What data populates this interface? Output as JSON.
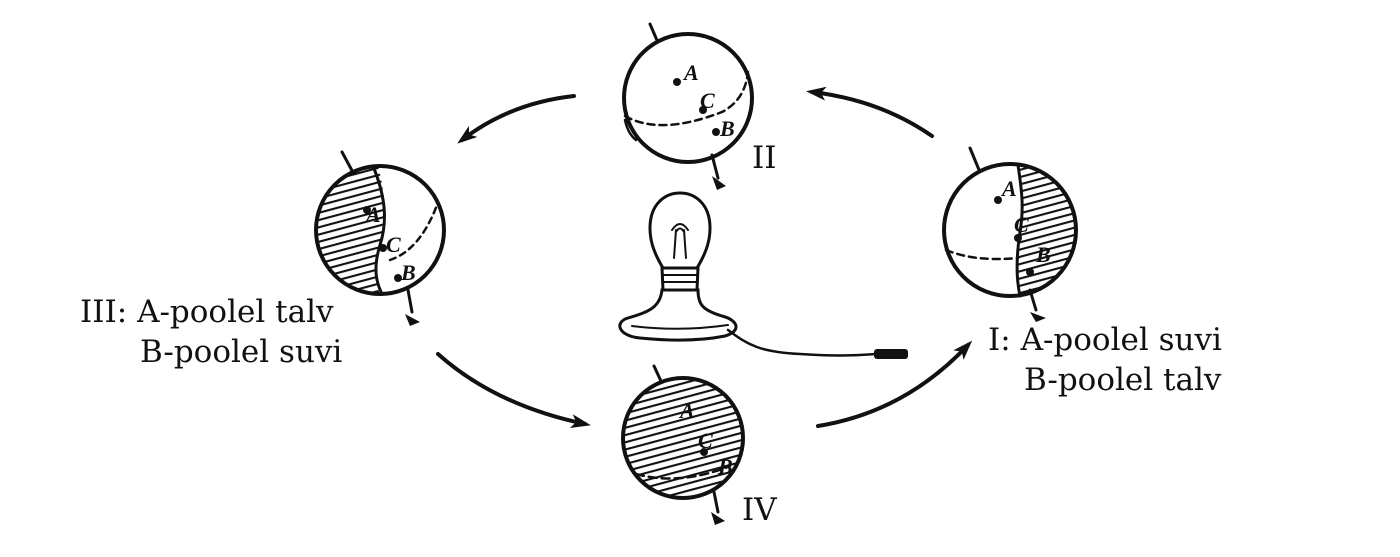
{
  "positions": {
    "I": {
      "numeral": "I",
      "line1": "A-poolel suvi",
      "line2": "B-poolel talv"
    },
    "II": {
      "numeral": "II"
    },
    "III": {
      "numeral": "III",
      "line1": "A-poolel talv",
      "line2": "B-poolel suvi"
    },
    "IV": {
      "numeral": "IV"
    }
  },
  "points": {
    "a": "A",
    "b": "B",
    "c": "C"
  },
  "colors": {
    "ink": "#111111",
    "paper": "#ffffff"
  }
}
